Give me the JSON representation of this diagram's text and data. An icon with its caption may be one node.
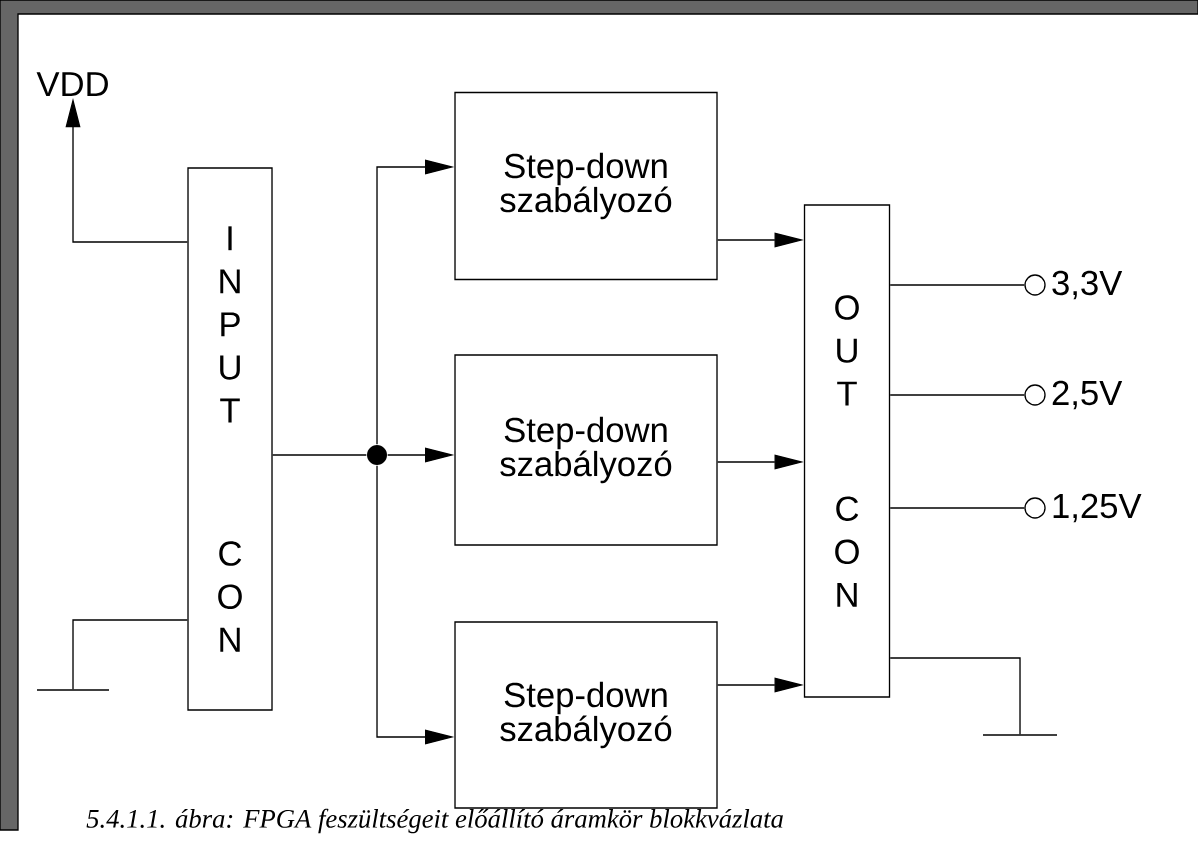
{
  "diagram": {
    "caption": "5.4.1.1. ábra: FPGA feszültségeit előállító áramkör blokkvázlata",
    "nodes": [
      {
        "text": [
          "VDD"
        ]
      },
      {
        "text": [
          "I N P U T",
          "C O N"
        ]
      },
      {
        "text": [
          "Step-down szabályozó"
        ]
      },
      {
        "text": [
          "Step-down szabályozó"
        ]
      },
      {
        "text": [
          "Step-down szabályozó"
        ]
      },
      {
        "text": [
          "O U T",
          "C O N"
        ]
      },
      {
        "text": [],
        "shape": "circle"
      },
      {
        "text": [],
        "shape": "circle",
        "beside": [
          "3,3V"
        ]
      },
      {
        "text": [],
        "shape": "circle",
        "beside": [
          "2,5V"
        ]
      },
      {
        "text": [],
        "shape": "circle",
        "beside": [
          "1,25V"
        ]
      },
      {
        "text": [],
        "shape": "bar"
      },
      {
        "text": [],
        "shape": "bar"
      }
    ],
    "edges": [
      {
        "from": 1,
        "to": 0,
        "arrow": "to"
      },
      {
        "from": 1,
        "to": 6,
        "arrow": "none"
      },
      {
        "from": 6,
        "to": 2,
        "arrow": "to"
      },
      {
        "from": 6,
        "to": 3,
        "arrow": "to"
      },
      {
        "from": 6,
        "to": 4,
        "arrow": "to"
      },
      {
        "from": 2,
        "to": 5,
        "arrow": "to"
      },
      {
        "from": 3,
        "to": 5,
        "arrow": "to"
      },
      {
        "from": 4,
        "to": 5,
        "arrow": "to"
      },
      {
        "from": 5,
        "to": 7,
        "arrow": "none"
      },
      {
        "from": 5,
        "to": 8,
        "arrow": "none"
      },
      {
        "from": 5,
        "to": 9,
        "arrow": "none"
      },
      {
        "from": 1,
        "to": 10,
        "arrow": "none"
      },
      {
        "from": 5,
        "to": 11,
        "arrow": "none"
      }
    ]
  }
}
